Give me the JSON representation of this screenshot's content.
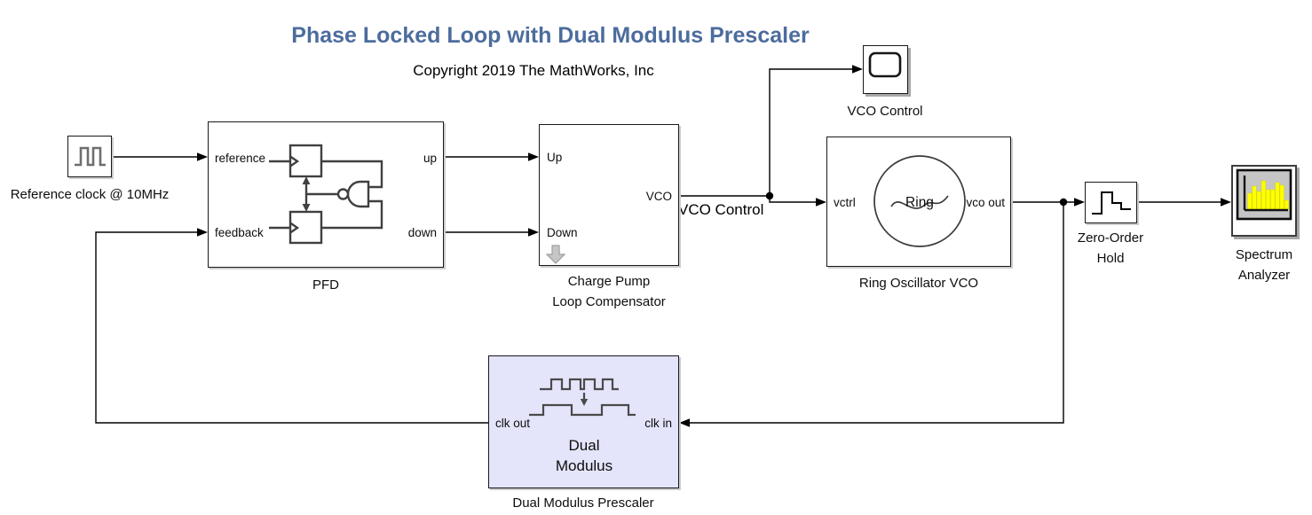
{
  "title": "Phase Locked Loop with Dual Modulus Prescaler",
  "subtitle": "Copyright 2019 The MathWorks, Inc",
  "colors": {
    "title_blue": "#4C6C9D",
    "prescaler_fill": "#E4E4FB",
    "spectrum_bar_yellow": "#FFFF00",
    "icon_gray": "#404040",
    "canvas_background": "#FFFFFF"
  },
  "blocks": {
    "reference_clock": {
      "label": "Reference clock @ 10MHz",
      "icon": "pulse-generator-icon"
    },
    "pfd": {
      "label": "PFD",
      "icon": "phase-frequency-detector-icon",
      "ports": {
        "reference": "reference",
        "feedback": "feedback",
        "up": "up",
        "down": "down"
      }
    },
    "charge_pump": {
      "label": "Charge Pump\nLoop Compensator",
      "badge_icon": "down-arrow-badge-icon",
      "ports": {
        "up": "Up",
        "down": "Down",
        "vco": "VCO"
      }
    },
    "vco_scope": {
      "label": "VCO Control",
      "icon": "scope-icon"
    },
    "ring_oscillator_vco": {
      "label": "Ring Oscillator VCO",
      "icon": "ring-oscillator-icon",
      "icon_text": "Ring",
      "ports": {
        "vctrl": "vctrl",
        "vco_out": "vco out"
      }
    },
    "zero_order_hold": {
      "label": "Zero-Order\nHold",
      "icon": "staircase-hold-icon"
    },
    "spectrum_analyzer": {
      "label": "Spectrum\nAnalyzer",
      "icon": "spectrum-bars-icon"
    },
    "dual_modulus_prescaler": {
      "label": "Dual Modulus Prescaler",
      "icon": "dual-clock-waveform-icon",
      "icon_label": "Dual\nModulus",
      "ports": {
        "clk_out": "clk out",
        "clk_in": "clk in"
      }
    }
  },
  "signal_labels": {
    "vco_control": "VCO Control"
  }
}
